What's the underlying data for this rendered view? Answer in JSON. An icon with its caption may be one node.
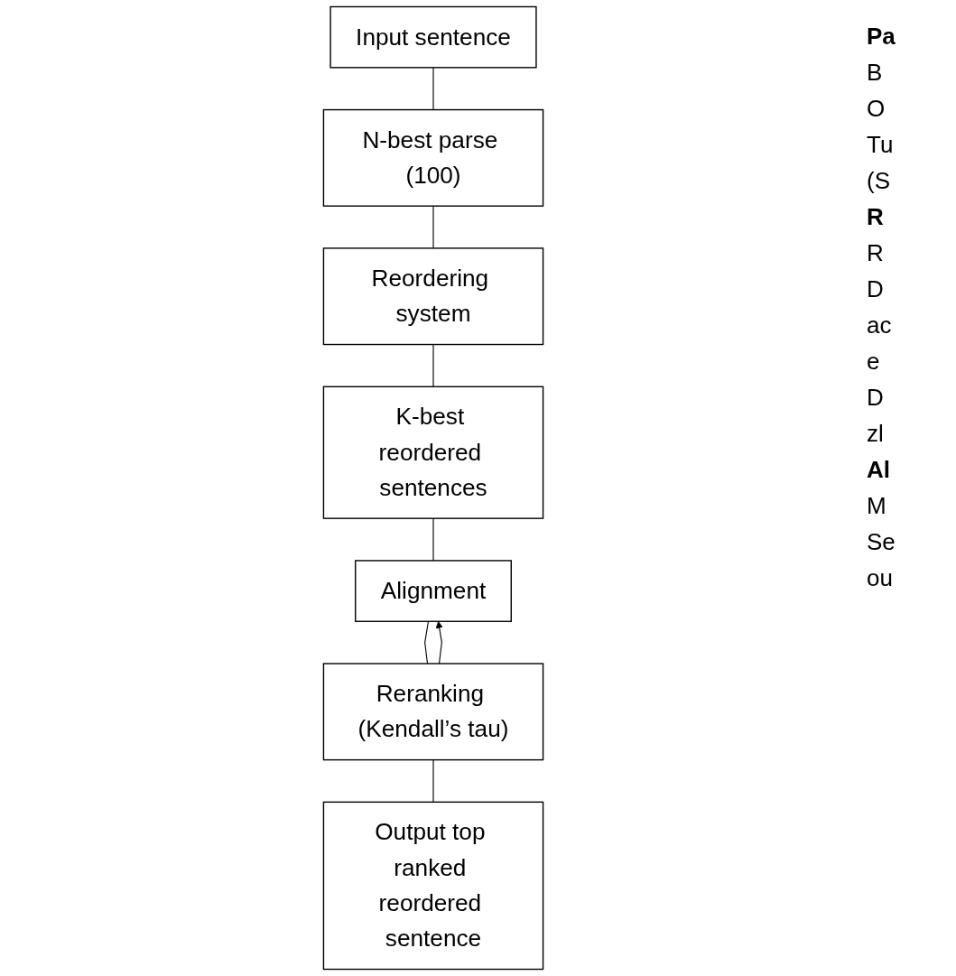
{
  "diagram": {
    "nodes": [
      {
        "text": [
          "Input sentence"
        ]
      },
      {
        "text": [
          "N-best parse (100)"
        ]
      },
      {
        "text": [
          "Reordering system"
        ]
      },
      {
        "text": [
          "K-best reordered sentences"
        ]
      },
      {
        "text": [
          "Alignment"
        ]
      },
      {
        "text": [
          "Reranking (Kendall’s tau)"
        ]
      },
      {
        "text": [
          "Output top ranked reordered sentence"
        ]
      }
    ],
    "edges": [
      {
        "from": 0,
        "to": 1,
        "arrow": "none"
      },
      {
        "from": 1,
        "to": 2,
        "arrow": "none"
      },
      {
        "from": 2,
        "to": 3,
        "arrow": "none"
      },
      {
        "from": 3,
        "to": 4,
        "arrow": "none"
      },
      {
        "from": 4,
        "to": 5,
        "arrow": "none"
      },
      {
        "from": 5,
        "to": 4,
        "arrow": "to"
      },
      {
        "from": 5,
        "to": 6,
        "arrow": "none"
      }
    ],
    "labels": [
      "Pa",
      "B",
      "O",
      "Tu",
      "(S",
      "R",
      "R",
      "D",
      "ac",
      "e",
      "D",
      "zl",
      "Al",
      "M",
      "Se",
      "ou"
    ]
  }
}
